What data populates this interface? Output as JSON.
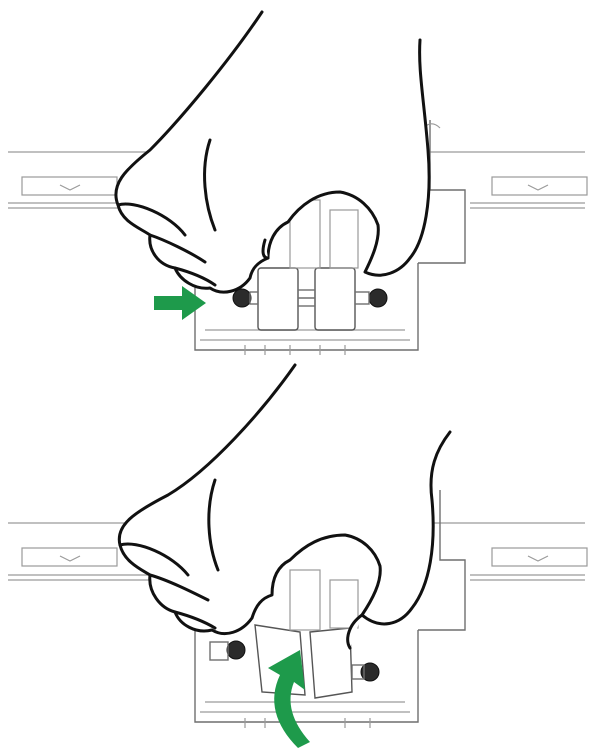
{
  "figure": {
    "panels": [
      {
        "name": "step-1",
        "action": "push"
      },
      {
        "name": "step-2",
        "action": "rotate"
      }
    ]
  },
  "colors": {
    "arrow": "#1e9a4b",
    "outline": "#111111",
    "device": "#8c8c8c",
    "background": "#ffffff"
  },
  "icons": {
    "push_arrow": "arrow-right-icon",
    "rotate_arrow": "curved-arrow-up-icon"
  }
}
